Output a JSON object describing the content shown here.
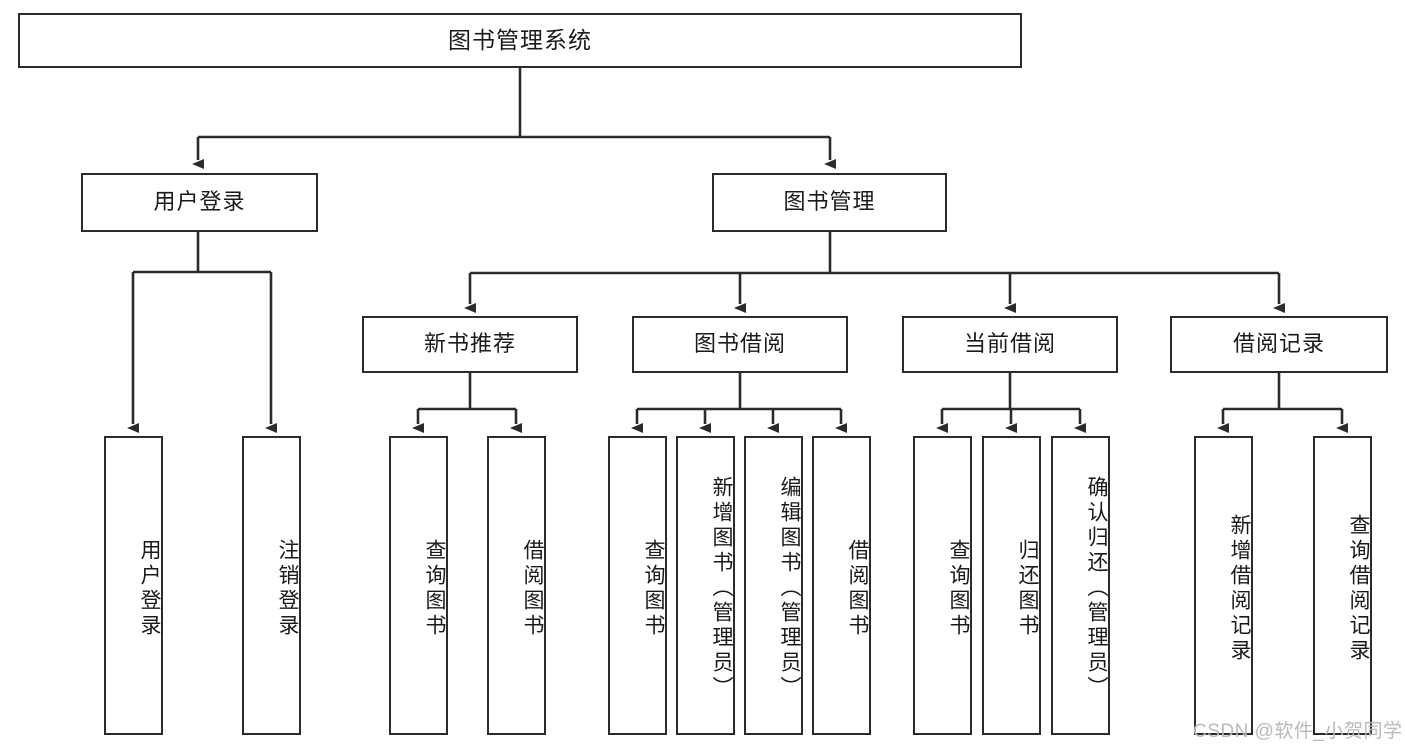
{
  "diagram": {
    "title": "图书管理系统",
    "type": "tree",
    "orientation": "top-down",
    "colors": {
      "box_border": "#2b2b2b",
      "box_fill": "#ffffff",
      "connector": "#2b2b2b",
      "text": "#1a1a1a",
      "watermark": "#b9b9b9"
    },
    "root": {
      "label": "图书管理系统",
      "orientation": "horizontal"
    },
    "level2": [
      {
        "label": "用户登录",
        "orientation": "horizontal"
      },
      {
        "label": "图书管理",
        "orientation": "horizontal"
      }
    ],
    "level3": [
      {
        "label": "新书推荐",
        "orientation": "horizontal"
      },
      {
        "label": "图书借阅",
        "orientation": "horizontal"
      },
      {
        "label": "当前借阅",
        "orientation": "horizontal"
      },
      {
        "label": "借阅记录",
        "orientation": "horizontal"
      }
    ],
    "leaves": {
      "user_login": [
        {
          "label": "用户登录",
          "orientation": "vertical"
        },
        {
          "label": "注销登录",
          "orientation": "vertical"
        }
      ],
      "new_book_recommend": [
        {
          "label": "查询图书",
          "orientation": "vertical"
        },
        {
          "label": "借阅图书",
          "orientation": "vertical"
        }
      ],
      "book_borrow": [
        {
          "label": "查询图书",
          "orientation": "vertical"
        },
        {
          "label": "新增图书（管理员）",
          "orientation": "vertical"
        },
        {
          "label": "编辑图书（管理员）",
          "orientation": "vertical"
        },
        {
          "label": "借阅图书",
          "orientation": "vertical"
        }
      ],
      "current_borrow": [
        {
          "label": "查询图书",
          "orientation": "vertical"
        },
        {
          "label": "归还图书",
          "orientation": "vertical"
        },
        {
          "label": "确认归还（管理员）",
          "orientation": "vertical"
        }
      ],
      "borrow_record": [
        {
          "label": "新增借阅记录",
          "orientation": "vertical"
        },
        {
          "label": "查询借阅记录",
          "orientation": "vertical"
        }
      ]
    },
    "watermark": "CSDN @软件_小贺同学"
  }
}
